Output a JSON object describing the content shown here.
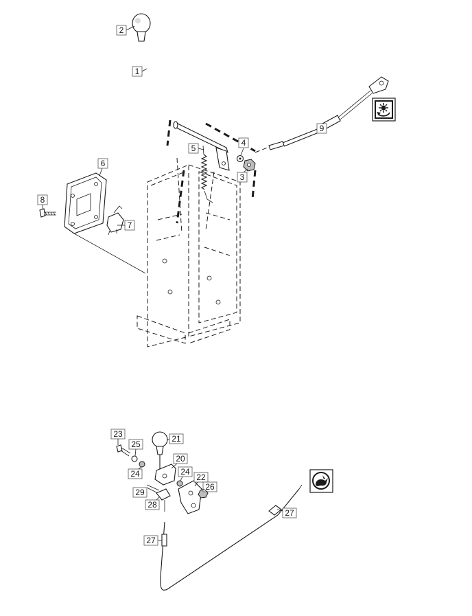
{
  "callouts_top": [
    "1",
    "2",
    "3",
    "4",
    "5",
    "6",
    "7",
    "8",
    "9"
  ],
  "callouts_bottom": [
    "20",
    "21",
    "22",
    "23",
    "24",
    "24",
    "25",
    "26",
    "27",
    "27",
    "28",
    "29"
  ],
  "icons": {
    "top_box": "gear-rotate-icon",
    "bottom_box": "rabbit-speed-icon"
  }
}
